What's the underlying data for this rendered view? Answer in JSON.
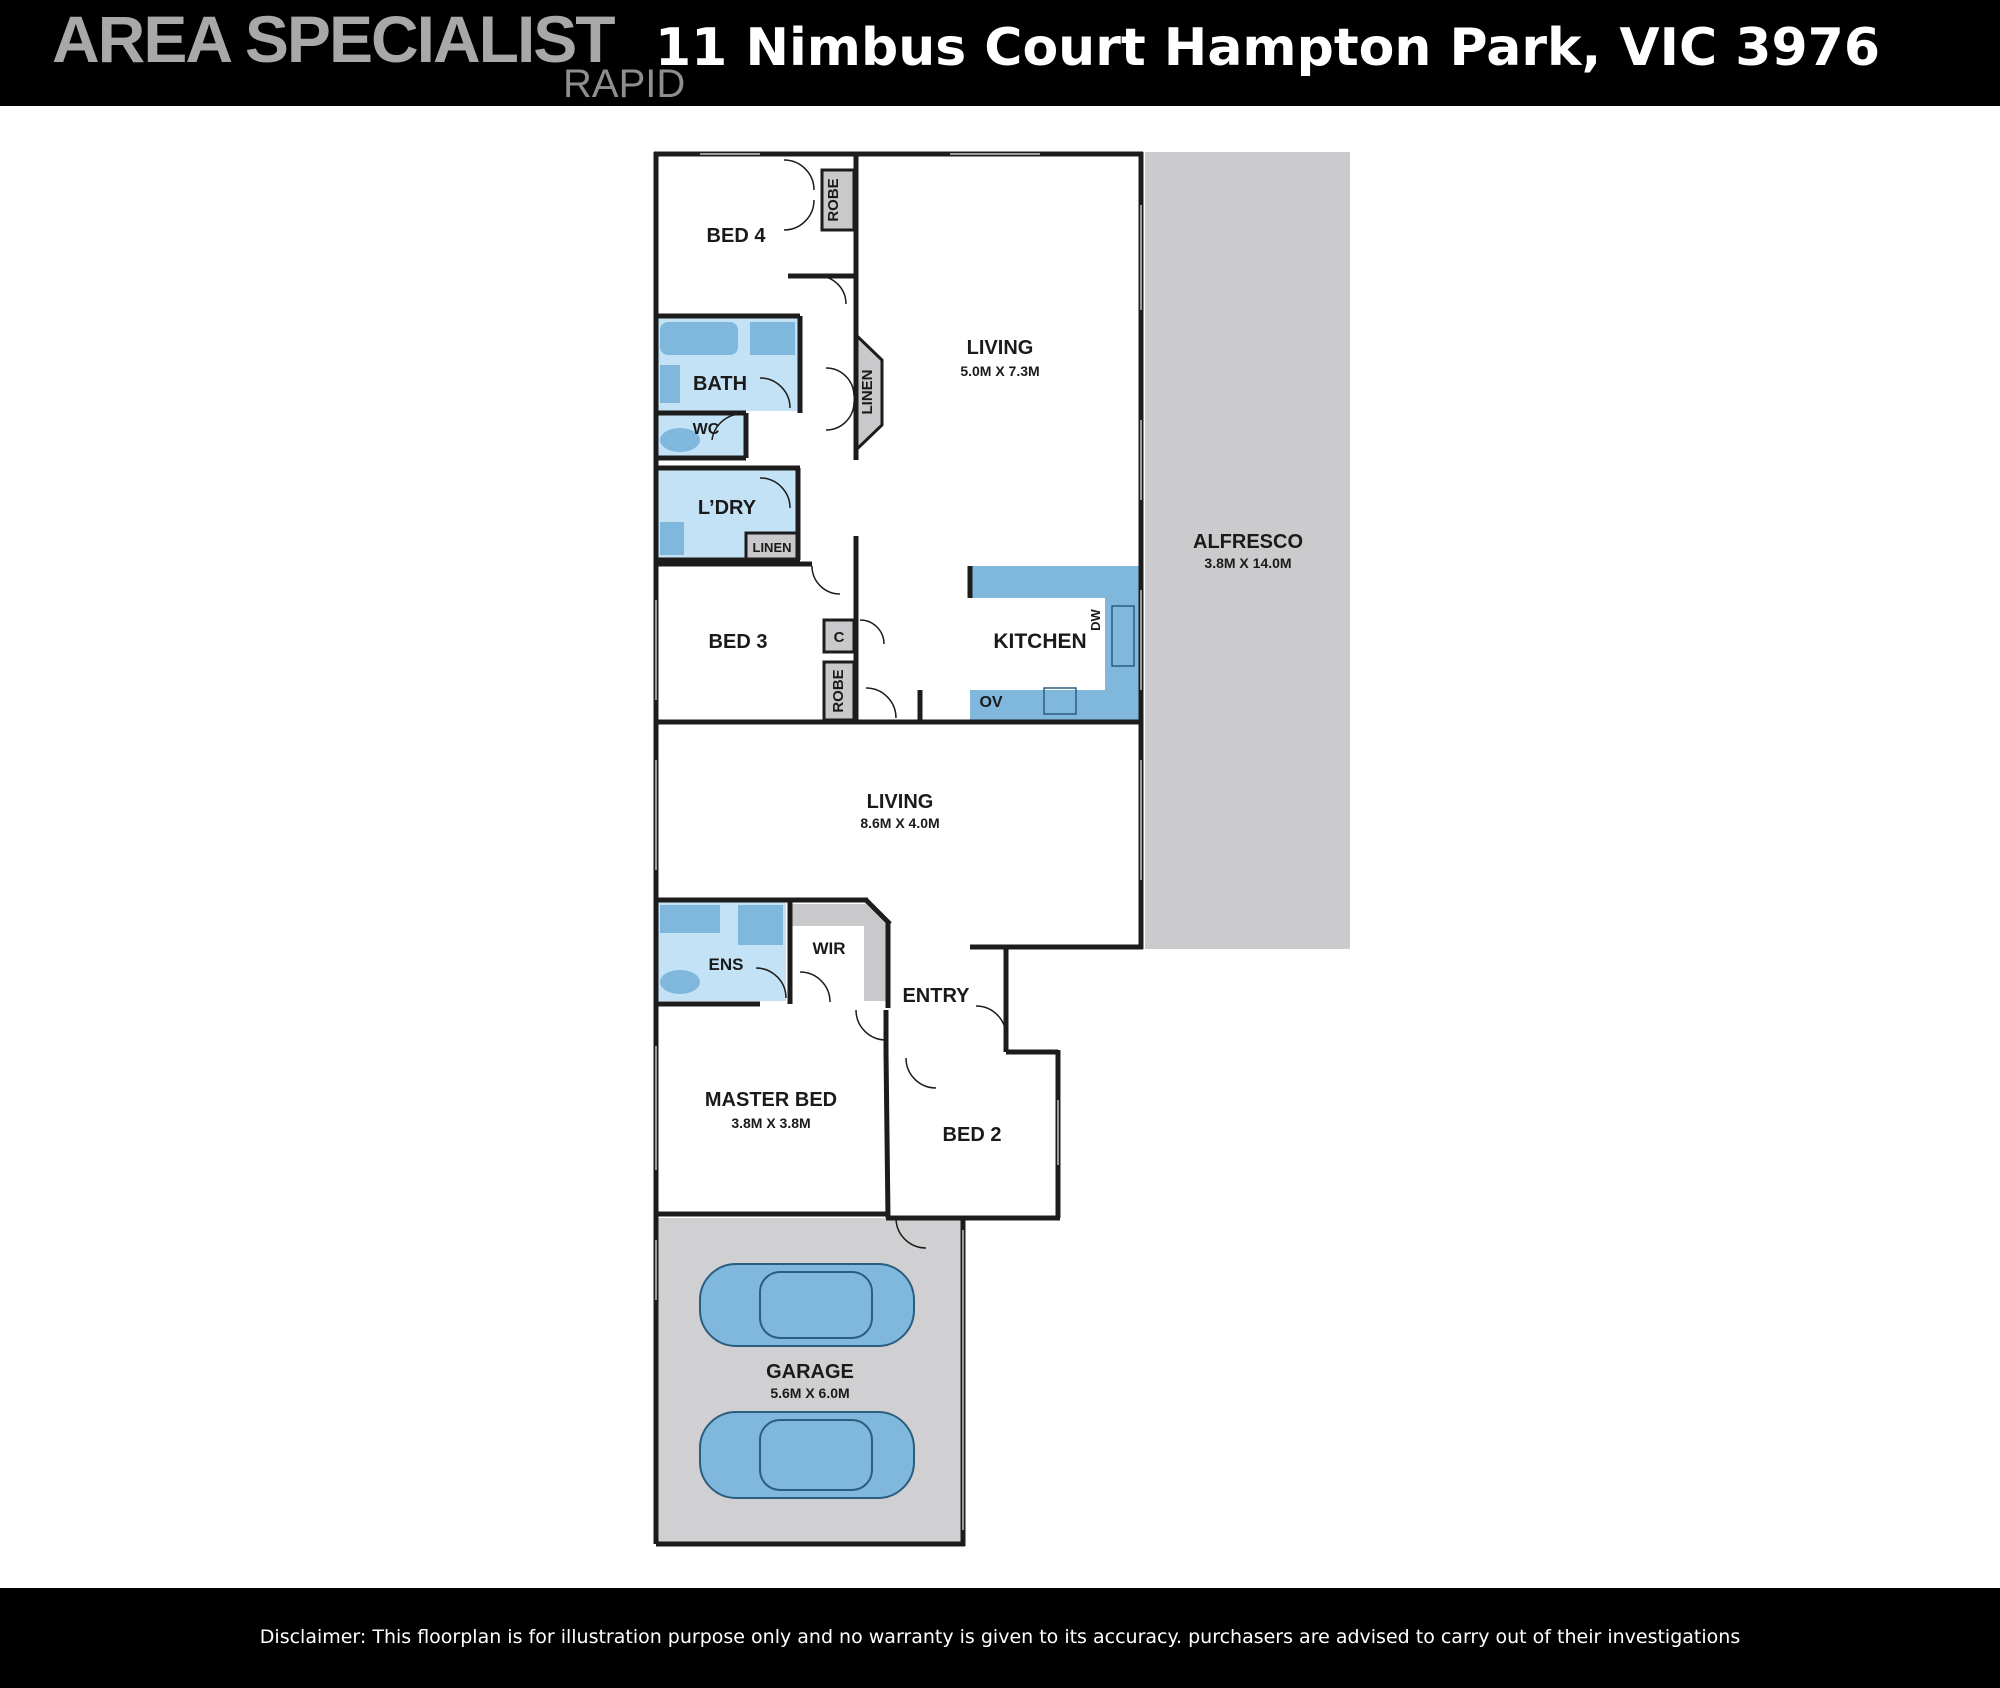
{
  "header": {
    "logo": "AREA SPECIALIST",
    "logo_sub": "RAPID",
    "address": "11 Nimbus Court Hampton Park, VIC 3976"
  },
  "footer": {
    "disclaimer": "Disclaimer: This floorplan is for illustration purpose only and no warranty is given to its accuracy. purchasers are advised to carry out of their investigations"
  },
  "rooms": {
    "bed4": "BED 4",
    "robe_top": "ROBE",
    "bath": "BATH",
    "wc": "WC",
    "linen_upper": "LINEN",
    "ldry": "L’DRY",
    "linen_lower": "LINEN",
    "living_top": {
      "name": "LIVING",
      "dims": "5.0M X 7.3M"
    },
    "alfresco": {
      "name": "ALFRESCO",
      "dims": "3.8M X 14.0M"
    },
    "bed3": "BED 3",
    "cupboard": "C",
    "robe_bed3": "ROBE",
    "kitchen": "KITCHEN",
    "dw": "DW",
    "ov": "OV",
    "living_mid": {
      "name": "LIVING",
      "dims": "8.6M X 4.0M"
    },
    "ens": "ENS",
    "wir": "WIR",
    "entry": "ENTRY",
    "master": {
      "name": "MASTER BED",
      "dims": "3.8M X 3.8M"
    },
    "bed2": "BED 2",
    "garage": {
      "name": "GARAGE",
      "dims": "5.6M X 6.0M"
    }
  },
  "colors": {
    "wall": "#1c1c1c",
    "wet_area": "#c3e2f5",
    "fixture": "#7fb8dc",
    "alfresco": "#cbcbcd",
    "garage": "#d0d0d2",
    "robe": "#c9c9cb"
  }
}
